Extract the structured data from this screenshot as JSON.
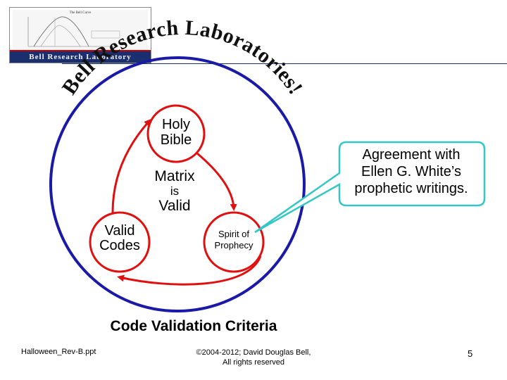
{
  "header": {
    "logo_plot_title": "The Bell Curve",
    "logo_banner": "Bell Research Laboratory"
  },
  "arc_title": "Bell Research Laboratories!",
  "diagram": {
    "holy_bible": [
      "Holy",
      "Bible"
    ],
    "matrix": [
      "Matrix",
      "is",
      "Valid"
    ],
    "valid_codes": [
      "Valid",
      "Codes"
    ],
    "spirit_of_prophecy": [
      "Spirit of",
      "Prophecy"
    ],
    "callout": [
      "Agreement with",
      "Ellen G. White’s",
      "prophetic writings."
    ],
    "caption": "Code Validation Criteria"
  },
  "footer": {
    "filename": "Halloween_Rev-B.ppt",
    "copyright_line1": "©2004-2012; David Douglas Bell,",
    "copyright_line2": "All rights reserved",
    "page_number": "5"
  },
  "colors": {
    "circle_blue": "#1a1aa6",
    "arrow_red": "#e01010",
    "callout_teal": "#35c6c6",
    "banner_navy": "#1b2f6e"
  }
}
